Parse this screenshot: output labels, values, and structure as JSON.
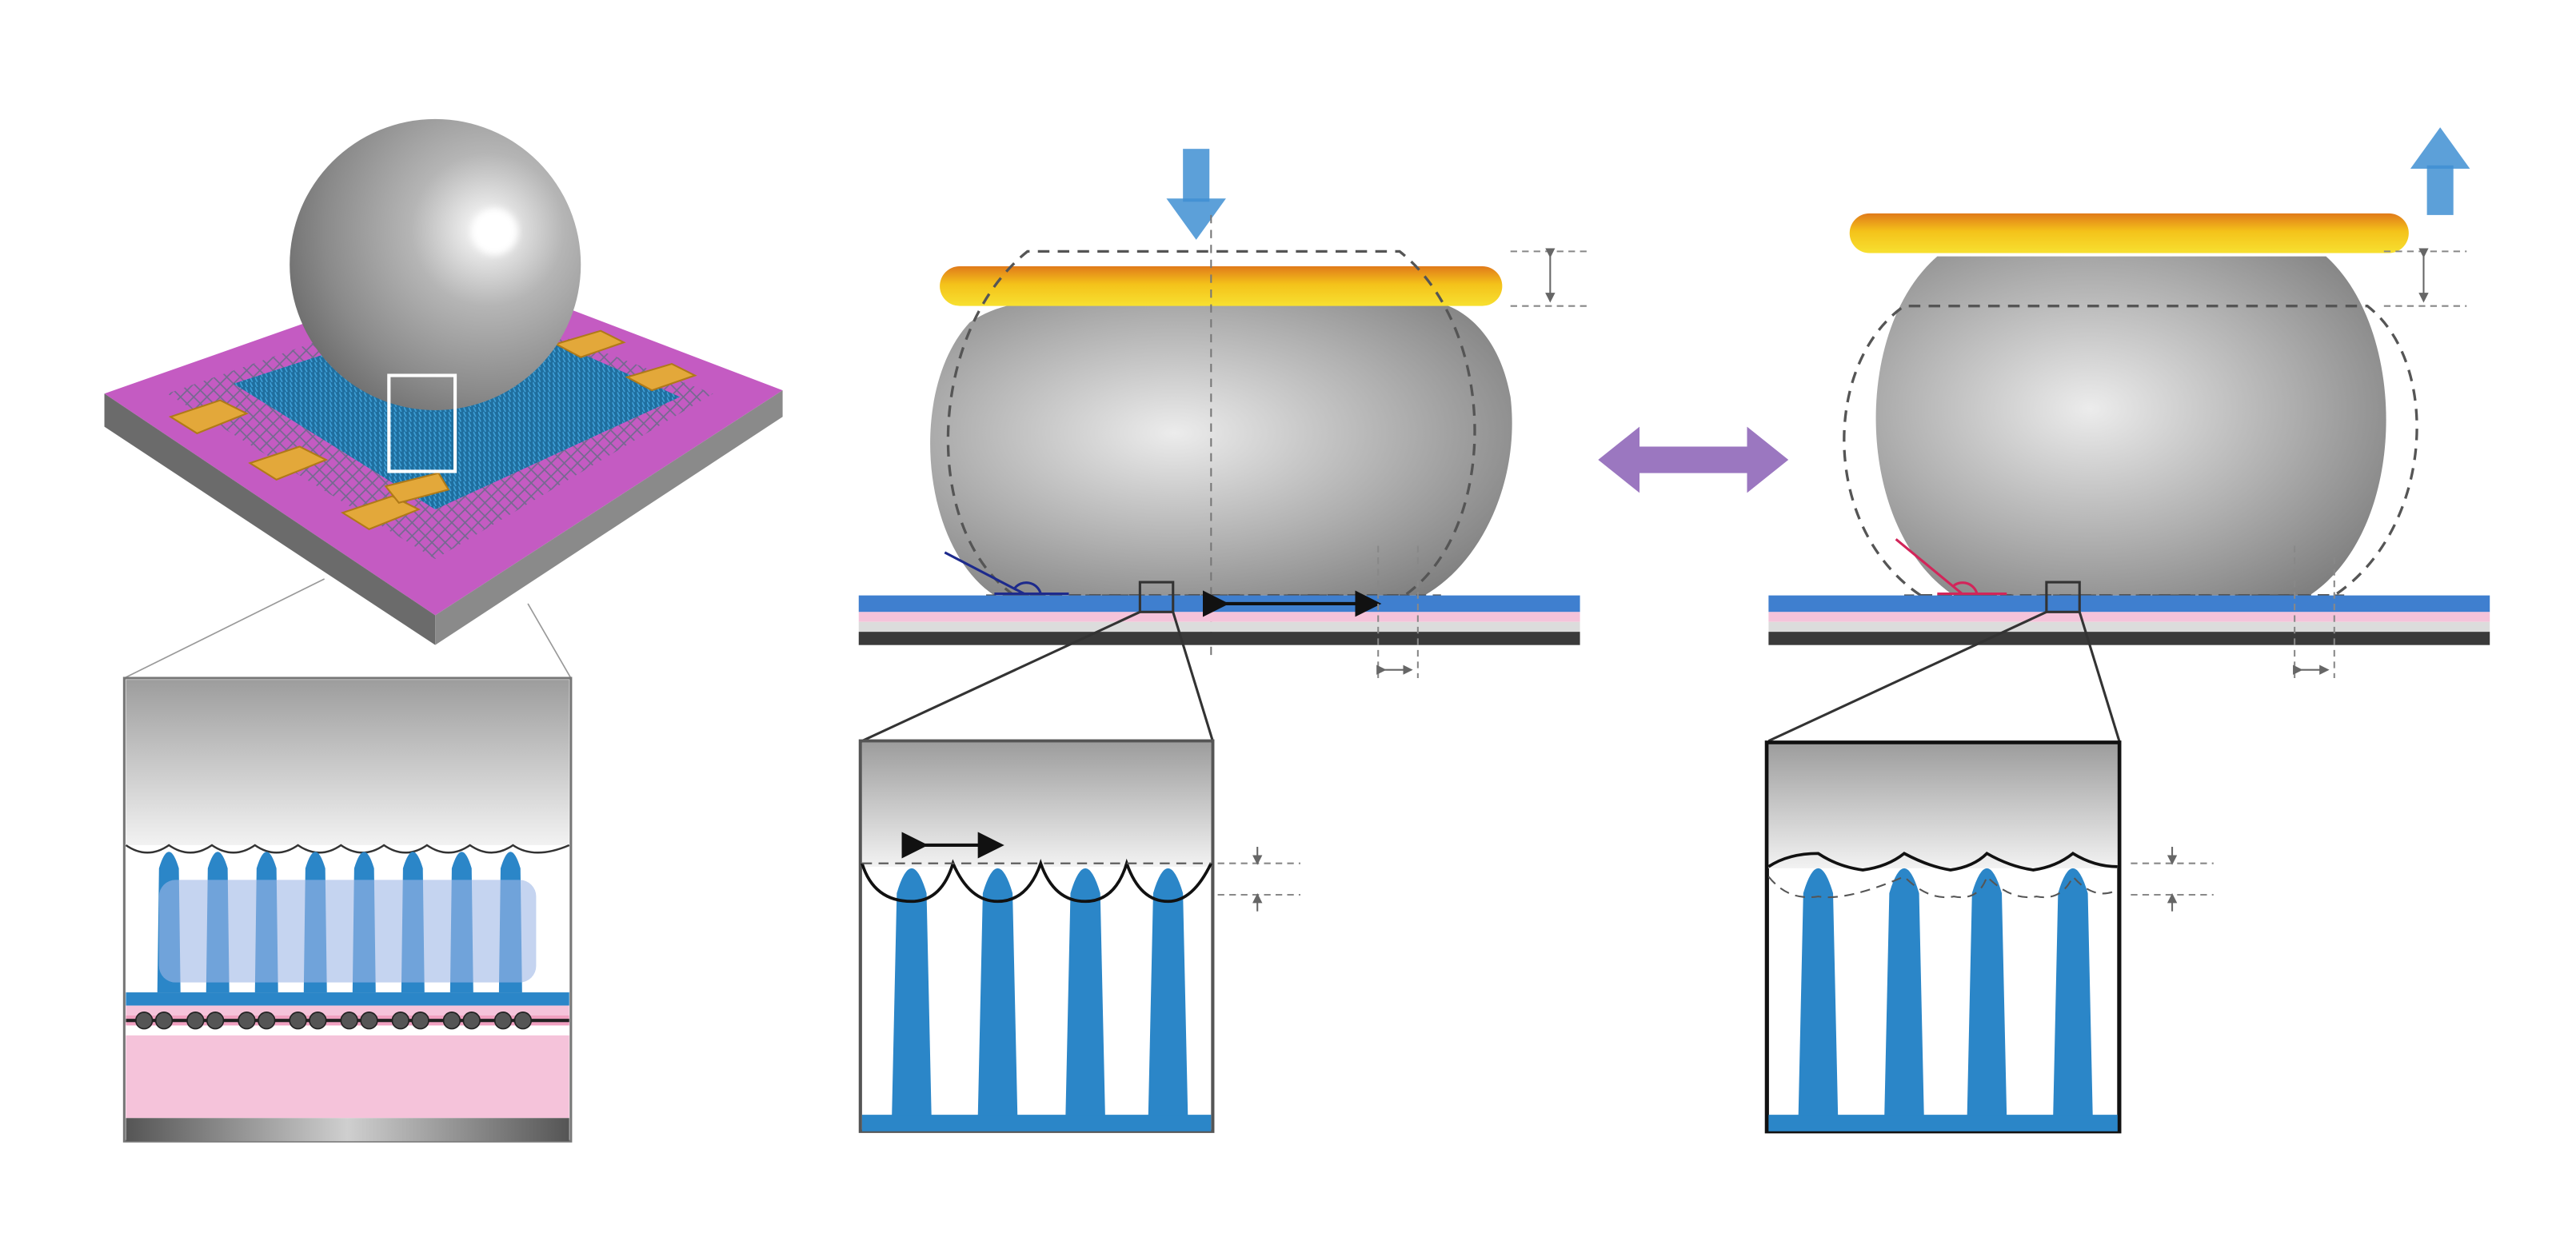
{
  "figure": {
    "description_note": "",
    "panels": [
      {
        "id": "device-3d",
        "elements": [
          "droplet-sphere",
          "nanowire-array",
          "graphene-sheet",
          "gold-electrodes",
          "substrate",
          "inset-cross-section"
        ]
      },
      {
        "id": "compressed-state",
        "elements": [
          "pressing-arrow-down",
          "top-plate",
          "deformed-droplet",
          "substrate-layers",
          "zoom-inset"
        ]
      },
      {
        "id": "released-state",
        "elements": [
          "lifting-arrow-up",
          "top-plate",
          "round-droplet",
          "substrate-layers",
          "zoom-inset"
        ]
      }
    ],
    "transition_arrow": "bidirectional"
  },
  "colors": {
    "nanowire_blue": "#2b86c8",
    "nanowire_blue_light": "#b7cbeb",
    "plate_yellow": "#f4c21a",
    "plate_orange": "#e08a1a",
    "substrate_pink": "#f5c3da",
    "substrate_magenta": "#c45bc2",
    "droplet_gray": "#9a9a9a",
    "double_arrow_purple": "#9b77c0",
    "press_arrow_blue": "#3f8fd2",
    "contact_angle_left": "#1d2a8c",
    "contact_angle_right": "#d2255a"
  },
  "icons": {
    "down_arrow": "arrow-down-icon",
    "up_arrow": "arrow-up-icon",
    "double_arrow": "double-arrow-icon"
  }
}
